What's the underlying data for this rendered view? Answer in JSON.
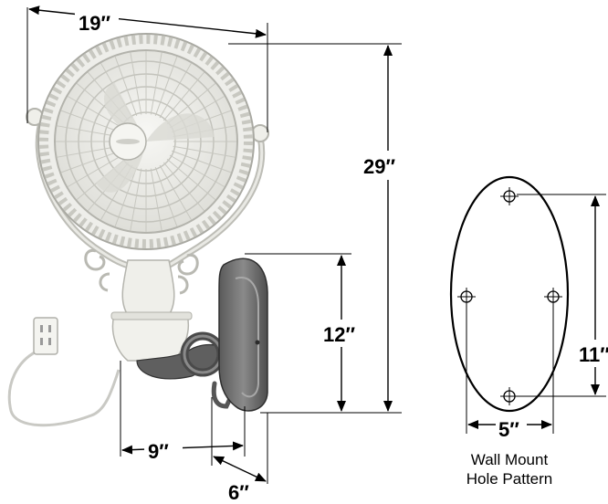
{
  "dimensions": {
    "width": "19″",
    "height": "29″",
    "bracket_height": "12″",
    "depth": "9″",
    "bracket_depth": "6″",
    "hole_vertical": "11″",
    "hole_horizontal": "5″"
  },
  "caption": {
    "line1": "Wall Mount",
    "line2": "Hole Pattern"
  },
  "colors": {
    "fan_body": "#f2f2ee",
    "fan_outline": "#b9b9b2",
    "bracket": "#6e6e6e",
    "bracket_dark": "#4a4a4a"
  }
}
